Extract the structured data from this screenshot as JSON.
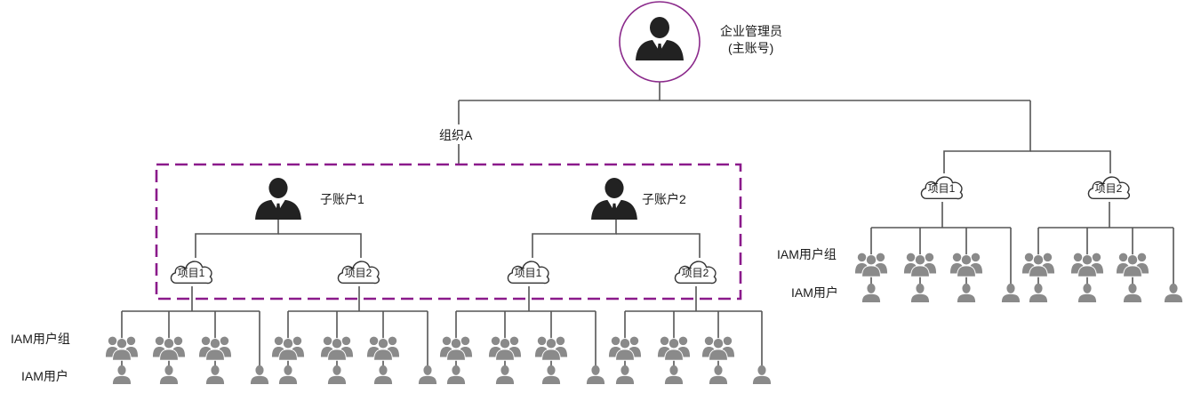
{
  "root": {
    "title": "企业管理员",
    "subtitle": "(主账号)"
  },
  "org": {
    "label": "组织A"
  },
  "subaccounts": [
    {
      "label": "子账户1",
      "projects": [
        {
          "label": "项目1"
        },
        {
          "label": "项目2"
        }
      ]
    },
    {
      "label": "子账户2",
      "projects": [
        {
          "label": "项目1"
        },
        {
          "label": "项目2"
        }
      ]
    }
  ],
  "right_projects": [
    {
      "label": "项目1"
    },
    {
      "label": "项目2"
    }
  ],
  "row_labels": {
    "iam_group": "IAM用户组",
    "iam_user": "IAM用户"
  },
  "colors": {
    "line": "#555555",
    "icon_dark": "#222222",
    "icon_gray": "#8a8a8a",
    "root_ring": "#8b2a8b",
    "dash_box": "#8b1a8b"
  },
  "icons": {
    "admin": "person-suit-icon",
    "subaccount": "person-suit-icon",
    "project": "cloud-icon",
    "group": "user-group-icon",
    "user": "user-icon"
  }
}
